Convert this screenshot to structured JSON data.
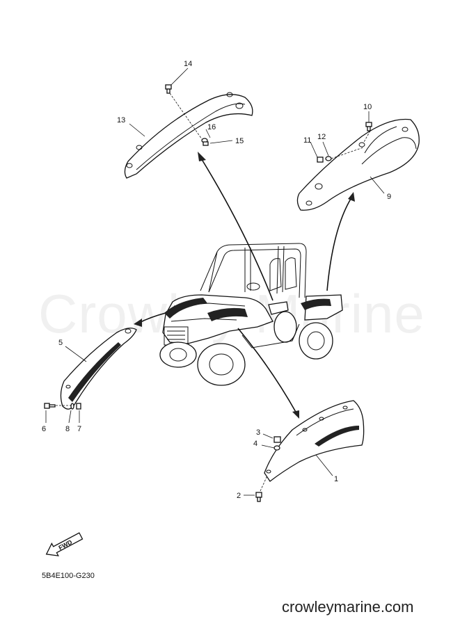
{
  "watermark": "Crowley Marine",
  "diagram_code": "5B4E100-G230",
  "website": "crowleymarine.com",
  "fwd_label": "FWD",
  "callouts": {
    "c1": "1",
    "c2": "2",
    "c3": "3",
    "c4": "4",
    "c5": "5",
    "c6": "6",
    "c7": "7",
    "c8": "8",
    "c9": "9",
    "c10": "10",
    "c11": "11",
    "c12": "12",
    "c13": "13",
    "c14": "14",
    "c15": "15",
    "c16": "16"
  }
}
